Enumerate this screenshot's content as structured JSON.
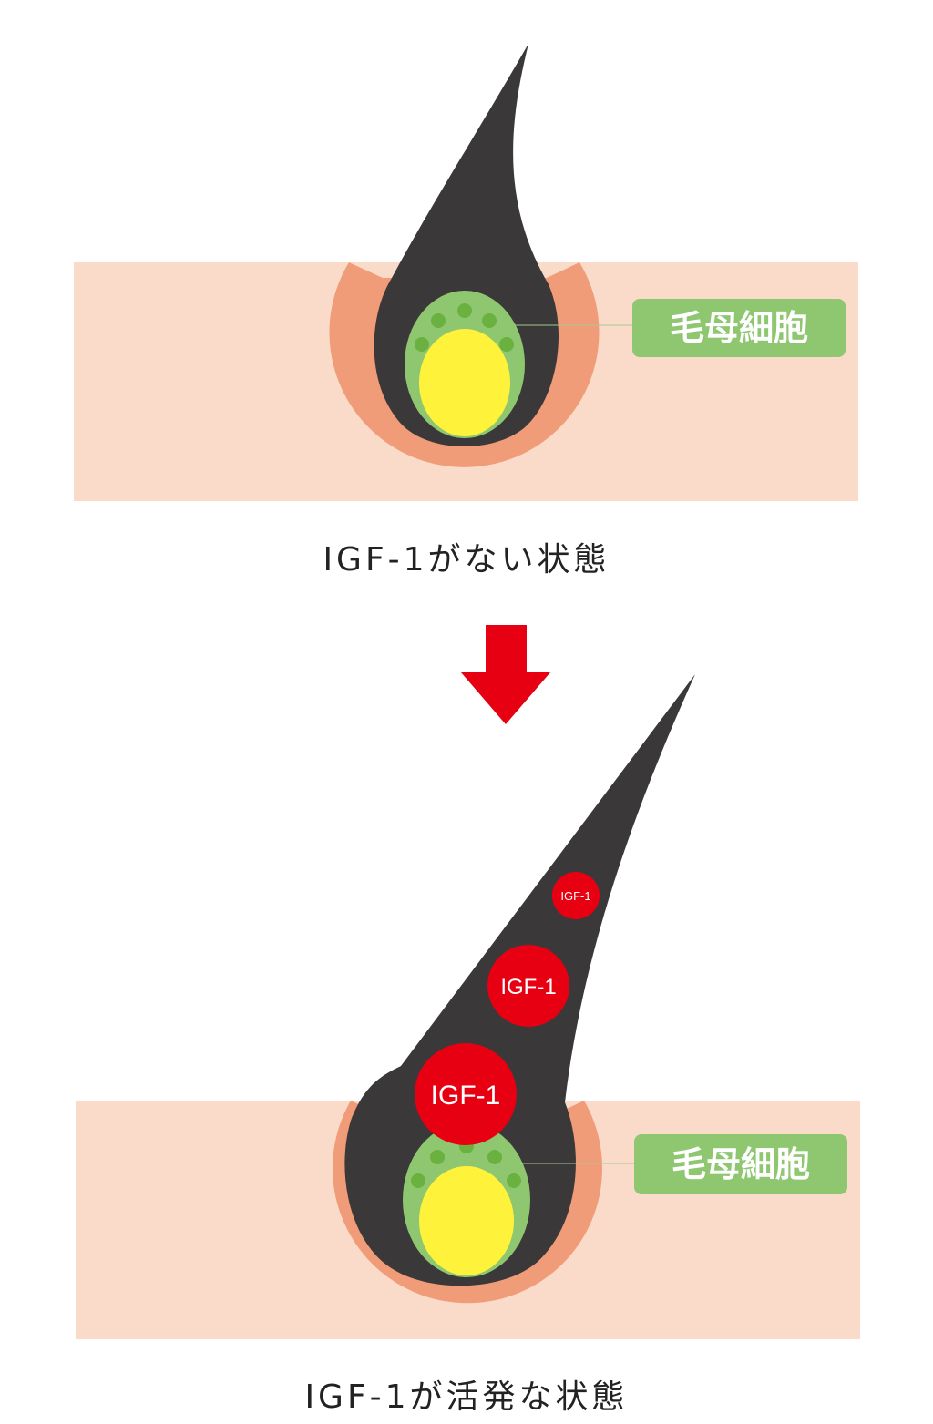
{
  "colors": {
    "skin": "#fadbc9",
    "follicle_rim": "#f19c78",
    "hair": "#3a3838",
    "papilla_outer": "#8fc771",
    "papilla_dots": "#6ab13f",
    "papilla_core": "#fff23b",
    "label_bg": "#8fc771",
    "igf": "#e60012",
    "arrow": "#e60012",
    "caption": "#222222"
  },
  "top_panel": {
    "label": "毛母細胞",
    "caption": "IGF-1がない状態"
  },
  "bottom_panel": {
    "label": "毛母細胞",
    "caption": "IGF-1が活発な状態",
    "igf_badges": [
      {
        "text": "IGF-1",
        "size": "large"
      },
      {
        "text": "IGF-1",
        "size": "medium"
      },
      {
        "text": "IGF-1",
        "size": "small"
      }
    ]
  },
  "icons": {
    "arrow": "down-arrow-icon"
  }
}
